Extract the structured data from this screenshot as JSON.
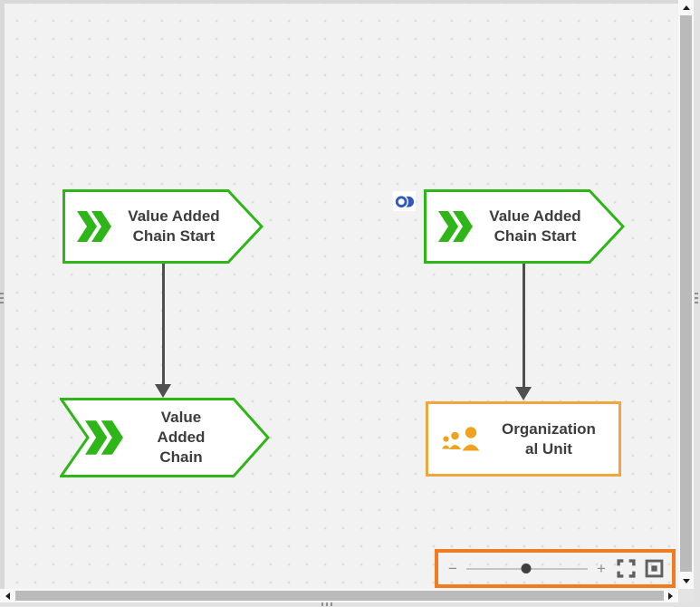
{
  "diagram": {
    "nodes": [
      {
        "type": "Value Added Chain Start",
        "label": "Value Added\nChain Start"
      },
      {
        "type": "Value Added Chain Start",
        "label": "Value Added\nChain Start",
        "badge": "link"
      },
      {
        "type": "Value Added Chain",
        "label": "Value\nAdded\nChain"
      },
      {
        "type": "Organizational Unit",
        "label": "Organization\nal Unit"
      }
    ],
    "edges": [
      {
        "from": 0,
        "to": 2
      },
      {
        "from": 1,
        "to": 3
      }
    ]
  },
  "zoom_toolbar": {
    "zoom_out_label": "−",
    "zoom_in_label": "+",
    "slider_pct": 49,
    "buttons": [
      "fit-to-screen",
      "fit-selection"
    ]
  },
  "colors": {
    "chevron_green": "#2eb518",
    "org_unit_orange": "#f0a63a",
    "org_icon_orange": "#efa21d",
    "toolbar_accent_orange": "#f17c20",
    "link_badge_blue": "#2e58c0",
    "edge_arrow_gray": "#4f4f4f",
    "label_text": "#3d3d3d",
    "canvas_bg": "#f2f2f2"
  }
}
